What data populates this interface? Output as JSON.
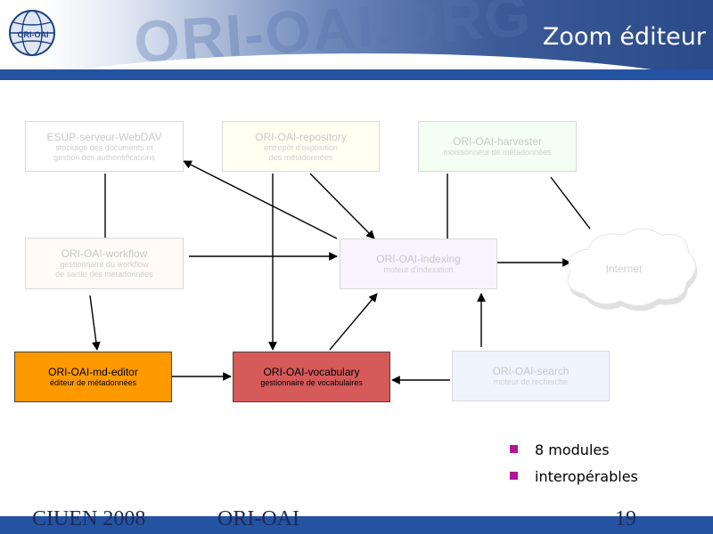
{
  "slide": {
    "title": "Zoom éditeur",
    "logo_text": "ORI-OAI",
    "watermark_text": "ORI-OAI.ORG"
  },
  "colors": {
    "header_dark": "#2553a3",
    "editor_fill": "#ff9900",
    "vocabulary_fill": "#d65a5a",
    "bullet": "#b0169c"
  },
  "modules": {
    "webdav": {
      "title": "ESUP-serveur-WebDAV",
      "sub1": "stockage des documents et",
      "sub2": "gestion des authentifications"
    },
    "repository": {
      "title": "ORI-OAI-repository",
      "sub1": "entrepôt d'exposition",
      "sub2": "des métadonnées"
    },
    "harvester": {
      "title": "ORI-OAI-harvester",
      "sub1": "moissonneur de métadonnées"
    },
    "workflow": {
      "title": "ORI-OAI-workflow",
      "sub1": "gestionnaire du workflow",
      "sub2": "de saisie des métadonnées"
    },
    "indexing": {
      "title": "ORI-OAI-indexing",
      "sub1": "moteur d'indexation"
    },
    "md_editor": {
      "title": "ORI-OAI-md-editor",
      "sub1": "éditeur de métadonnées"
    },
    "vocabulary": {
      "title": "ORI-OAI-vocabulary",
      "sub1": "gestionnaire de vocabulaires"
    },
    "search": {
      "title": "ORI-OAI-search",
      "sub1": "moteur de recherche"
    }
  },
  "cloud": {
    "label": "Internet"
  },
  "bullets": [
    "8 modules",
    "interopérables"
  ],
  "footer": {
    "left": "CIUEN 2008",
    "center": "ORI-OAI",
    "page": "19"
  }
}
